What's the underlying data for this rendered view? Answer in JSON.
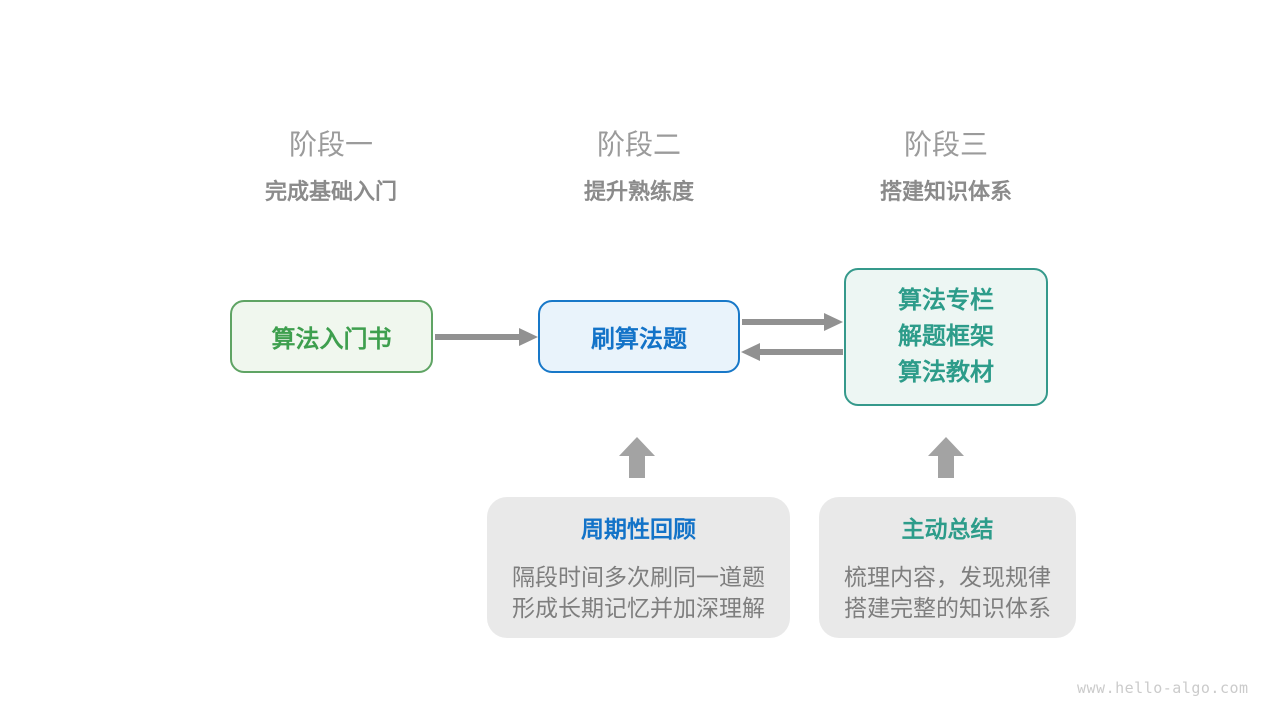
{
  "stages": [
    {
      "label": "阶段一",
      "subtitle": "完成基础入门"
    },
    {
      "label": "阶段二",
      "subtitle": "提升熟练度"
    },
    {
      "label": "阶段三",
      "subtitle": "搭建知识体系"
    }
  ],
  "nodes": {
    "beginner_book": {
      "label": "算法入门书"
    },
    "practice": {
      "label": "刷算法题"
    },
    "resources": {
      "lines": [
        "算法专栏",
        "解题框架",
        "算法教材"
      ]
    }
  },
  "callouts": [
    {
      "title": "周期性回顾",
      "line1": "隔段时间多次刷同一道题",
      "line2": "形成长期记忆并加深理解"
    },
    {
      "title": "主动总结",
      "line1": "梳理内容，发现规律",
      "line2": "搭建完整的知识体系"
    }
  ],
  "watermark": "www.hello-algo.com",
  "colors": {
    "green_border": "#5FA464",
    "green_text": "#3E9F4E",
    "green_fill": "#F0F7EE",
    "blue_border": "#1878C8",
    "blue_text": "#1373C8",
    "blue_fill": "#E9F3FB",
    "teal_border": "#35998B",
    "teal_text": "#2D9C8A",
    "teal_fill": "#EDF6F3",
    "callout_fill": "#E9E9E9",
    "arrow": "#919191",
    "stage_label": "#9B9B9B",
    "stage_subtitle": "#8B8B8B",
    "body_text": "#7E7E7E",
    "watermark": "#CBCBCB"
  }
}
